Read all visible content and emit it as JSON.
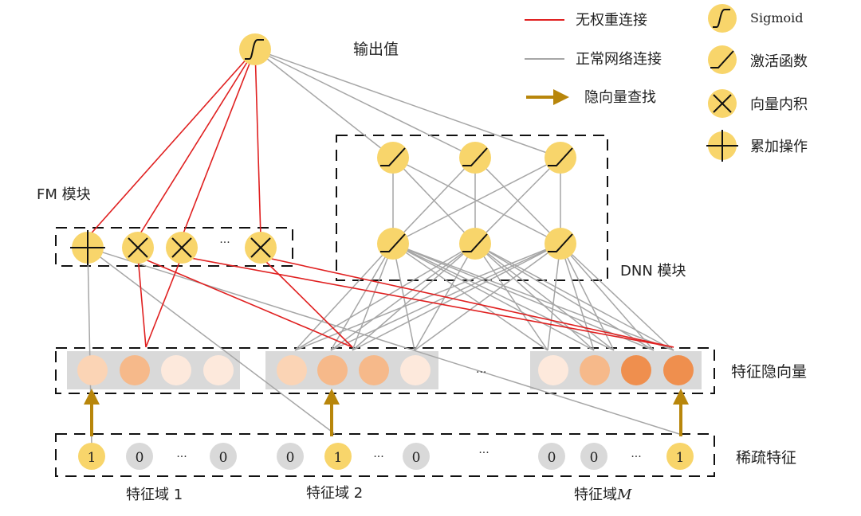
{
  "legend": {
    "red_line_label": "无权重连接",
    "gray_line_label": "正常网络连接",
    "arrow_label": "隐向量查找",
    "sigmoid_label": "Sigmoid",
    "activation_label": "激活函数",
    "inner_product_label": "向量内积",
    "sum_label": "累加操作"
  },
  "labels": {
    "output": "输出值",
    "fm_module": "FM 模块",
    "dnn_module": "DNN 模块",
    "feature_latent": "特征隐向量",
    "sparse_features": "稀疏特征",
    "field1": "特征域 1",
    "field2": "特征域 2",
    "fieldM_prefix": "特征域",
    "fieldM_suffix": "M",
    "ellipsis": "···"
  },
  "sparse": {
    "field1": [
      "1",
      "0",
      "0"
    ],
    "field2": [
      "0",
      "1",
      "0"
    ],
    "fieldM": [
      "0",
      "0",
      "1"
    ]
  },
  "colors": {
    "red_line": "#e02020",
    "gray_line": "#a6a6a6",
    "arrow": "#b8860b",
    "node_yellow": "#f8d56b",
    "sparse_zero": "#d9d9d9",
    "embed_bg": "#d9d9d9",
    "embed_lightest": "#fde9dc",
    "embed_light": "#fbd4b5",
    "embed_medium": "#f6b98a",
    "embed_dark": "#ef8f4e"
  }
}
